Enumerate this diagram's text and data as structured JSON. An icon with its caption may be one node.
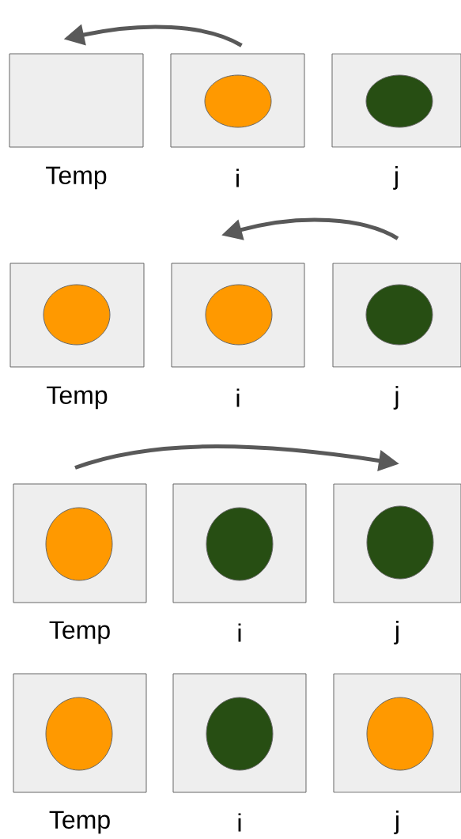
{
  "diagram": {
    "nodes": [
      {
        "text": [],
        "shape": "box",
        "beside": [
          "Temp"
        ]
      },
      {
        "text": [],
        "shape": "box",
        "beside": [
          "i"
        ]
      },
      {
        "text": [],
        "shape": "circle",
        "in": 1
      },
      {
        "text": [],
        "shape": "box",
        "beside": [
          "j"
        ]
      },
      {
        "text": [],
        "shape": "circle",
        "in": 3
      },
      {
        "text": [],
        "shape": "box",
        "beside": [
          "Temp"
        ]
      },
      {
        "text": [],
        "shape": "circle",
        "in": 5
      },
      {
        "text": [],
        "shape": "box",
        "beside": [
          "i"
        ]
      },
      {
        "text": [],
        "shape": "circle",
        "in": 7
      },
      {
        "text": [],
        "shape": "box",
        "beside": [
          "j"
        ]
      },
      {
        "text": [],
        "shape": "circle",
        "in": 9
      },
      {
        "text": [],
        "shape": "box",
        "beside": [
          "Temp"
        ]
      },
      {
        "text": [],
        "shape": "circle",
        "in": 11
      },
      {
        "text": [],
        "shape": "box",
        "beside": [
          "i"
        ]
      },
      {
        "text": [],
        "shape": "circle",
        "in": 13
      },
      {
        "text": [],
        "shape": "box",
        "beside": [
          "j"
        ]
      },
      {
        "text": [],
        "shape": "circle",
        "in": 15
      },
      {
        "text": [],
        "shape": "box",
        "beside": [
          "Temp"
        ]
      },
      {
        "text": [],
        "shape": "circle",
        "in": 17
      },
      {
        "text": [],
        "shape": "box",
        "beside": [
          "i"
        ]
      },
      {
        "text": [],
        "shape": "circle",
        "in": 19
      },
      {
        "text": [],
        "shape": "box",
        "beside": [
          "j"
        ]
      },
      {
        "text": [],
        "shape": "circle",
        "in": 21
      }
    ],
    "edges": [
      {
        "from": 1,
        "to": 0,
        "arrow": "to"
      },
      {
        "from": 9,
        "to": 7,
        "arrow": "to"
      },
      {
        "from": 11,
        "to": 15,
        "arrow": "to"
      }
    ]
  }
}
